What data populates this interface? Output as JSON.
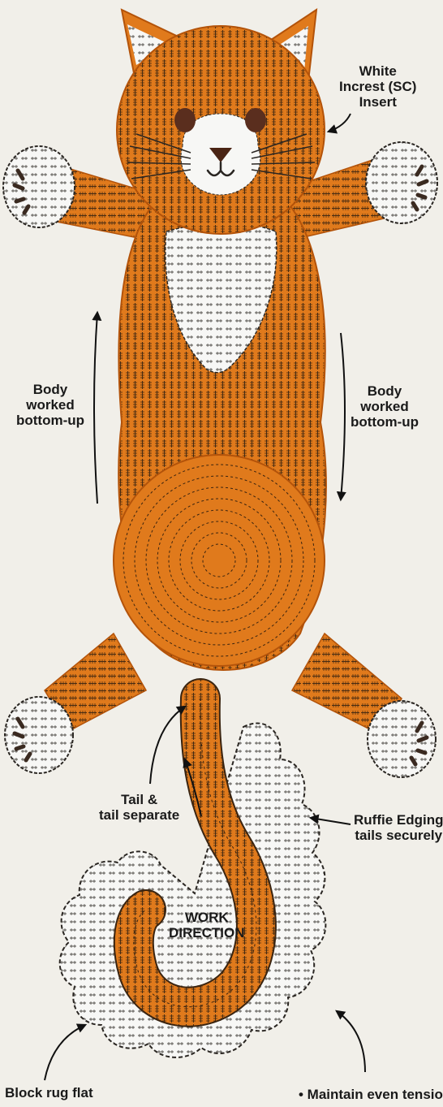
{
  "colors": {
    "background": "#f1efe9",
    "orange": "#e07a1c",
    "orange_dark": "#b3530a",
    "white_yarn": "#f7f7f5",
    "stitch": "#2a2622",
    "eye": "#5a2e1e",
    "nose": "#4a2414"
  },
  "labels": {
    "white_insert": [
      "White",
      "Increst (SC)",
      "Insert"
    ],
    "body_left": [
      "Body",
      "worked",
      "bottom-up"
    ],
    "body_right": [
      "Body",
      "worked",
      "bottom-up"
    ],
    "tail": [
      "Tail &",
      "tail separate"
    ],
    "ruffle": [
      "Ruffie Edging",
      "tails securely"
    ],
    "work_direction": [
      "WORK",
      "DIRECTION"
    ],
    "block": "Block rug flat",
    "maintain": "• Maintain even tensio"
  }
}
